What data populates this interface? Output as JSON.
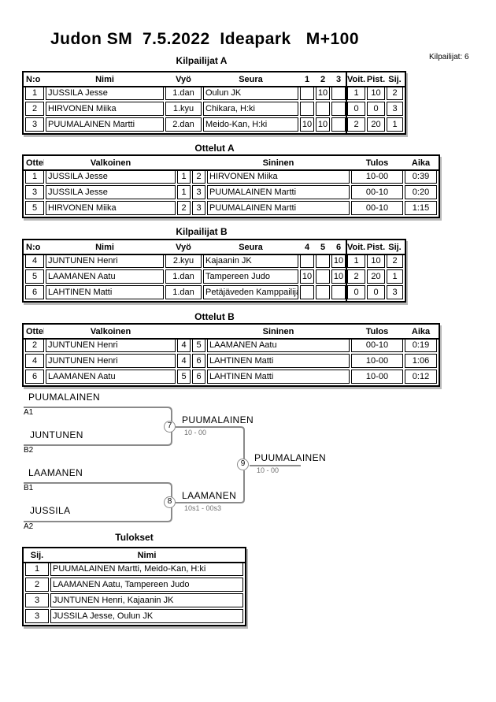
{
  "page": {
    "title": "Judon SM  7.5.2022  Ideapark   M+100",
    "competitor_count_label": "Kilpailijat: 6"
  },
  "colors": {
    "text": "#000000",
    "bracket_line": "#8a8a8a",
    "score_text": "#707070",
    "table_shadow": "#b9b9b9"
  },
  "sections": {
    "kilpailijatA": {
      "title": "Kilpailijat A",
      "headers": [
        "N:o",
        "Nimi",
        "Vyö",
        "Seura",
        "1",
        "2",
        "3",
        "Voit.",
        "Pist.",
        "Sij."
      ],
      "rows": [
        [
          "1",
          "JUSSILA Jesse",
          "1.dan",
          "Oulun JK",
          "",
          "10",
          "",
          "1",
          "10",
          "2"
        ],
        [
          "2",
          "HIRVONEN Miika",
          "1.kyu",
          "Chikara, H:ki",
          "",
          "",
          "",
          "0",
          "0",
          "3"
        ],
        [
          "3",
          "PUUMALAINEN Martti",
          "2.dan",
          "Meido-Kan, H:ki",
          "10",
          "10",
          "",
          "2",
          "20",
          "1"
        ]
      ]
    },
    "ottelutA": {
      "title": "Ottelut A",
      "headers": [
        "Ottelu",
        "Valkoinen",
        "",
        "",
        "Sininen",
        "Tulos",
        "Aika"
      ],
      "rows": [
        [
          "1",
          "JUSSILA Jesse",
          "1",
          "2",
          "HIRVONEN Miika",
          "10-00",
          "0:39"
        ],
        [
          "3",
          "JUSSILA Jesse",
          "1",
          "3",
          "PUUMALAINEN Martti",
          "00-10",
          "0:20"
        ],
        [
          "5",
          "HIRVONEN Miika",
          "2",
          "3",
          "PUUMALAINEN Martti",
          "00-10",
          "1:15"
        ]
      ]
    },
    "kilpailijatB": {
      "title": "Kilpailijat B",
      "headers": [
        "N:o",
        "Nimi",
        "Vyö",
        "Seura",
        "4",
        "5",
        "6",
        "Voit.",
        "Pist.",
        "Sij."
      ],
      "rows": [
        [
          "4",
          "JUNTUNEN Henri",
          "2.kyu",
          "Kajaanin JK",
          "",
          "",
          "10",
          "1",
          "10",
          "2"
        ],
        [
          "5",
          "LAAMANEN Aatu",
          "1.dan",
          "Tampereen Judo",
          "10",
          "",
          "10",
          "2",
          "20",
          "1"
        ],
        [
          "6",
          "LAHTINEN Matti",
          "1.dan",
          "Petäjäveden Kamppailijat",
          "",
          "",
          "",
          "0",
          "0",
          "3"
        ]
      ]
    },
    "ottelutB": {
      "title": "Ottelut B",
      "headers": [
        "Ottelu",
        "Valkoinen",
        "",
        "",
        "Sininen",
        "Tulos",
        "Aika"
      ],
      "rows": [
        [
          "2",
          "JUNTUNEN Henri",
          "4",
          "5",
          "LAAMANEN Aatu",
          "00-10",
          "0:19"
        ],
        [
          "4",
          "JUNTUNEN Henri",
          "4",
          "6",
          "LAHTINEN Matti",
          "10-00",
          "1:06"
        ],
        [
          "6",
          "LAAMANEN Aatu",
          "5",
          "6",
          "LAHTINEN Matti",
          "10-00",
          "0:12"
        ]
      ]
    },
    "tulokset": {
      "title": "Tulokset",
      "headers": [
        "Sij.",
        "Nimi"
      ],
      "rows": [
        [
          "1",
          "PUUMALAINEN Martti, Meido-Kan, H:ki"
        ],
        [
          "2",
          "LAAMANEN Aatu, Tampereen Judo"
        ],
        [
          "3",
          "JUNTUNEN Henri, Kajaanin JK"
        ],
        [
          "3",
          "JUSSILA Jesse, Oulun JK"
        ]
      ]
    }
  },
  "bracket": {
    "entrants": [
      {
        "name": "PUUMALAINEN",
        "seed": "A1"
      },
      {
        "name": "JUNTUNEN",
        "seed": "B2"
      },
      {
        "name": "LAAMANEN",
        "seed": "B1"
      },
      {
        "name": "JUSSILA",
        "seed": "A2"
      }
    ],
    "matches": [
      {
        "number": "7",
        "winner": "PUUMALAINEN",
        "score": "10 - 00"
      },
      {
        "number": "8",
        "winner": "LAAMANEN",
        "score": "10s1 - 00s3"
      },
      {
        "number": "9",
        "winner": "PUUMALAINEN",
        "score": "10 - 00"
      }
    ]
  }
}
